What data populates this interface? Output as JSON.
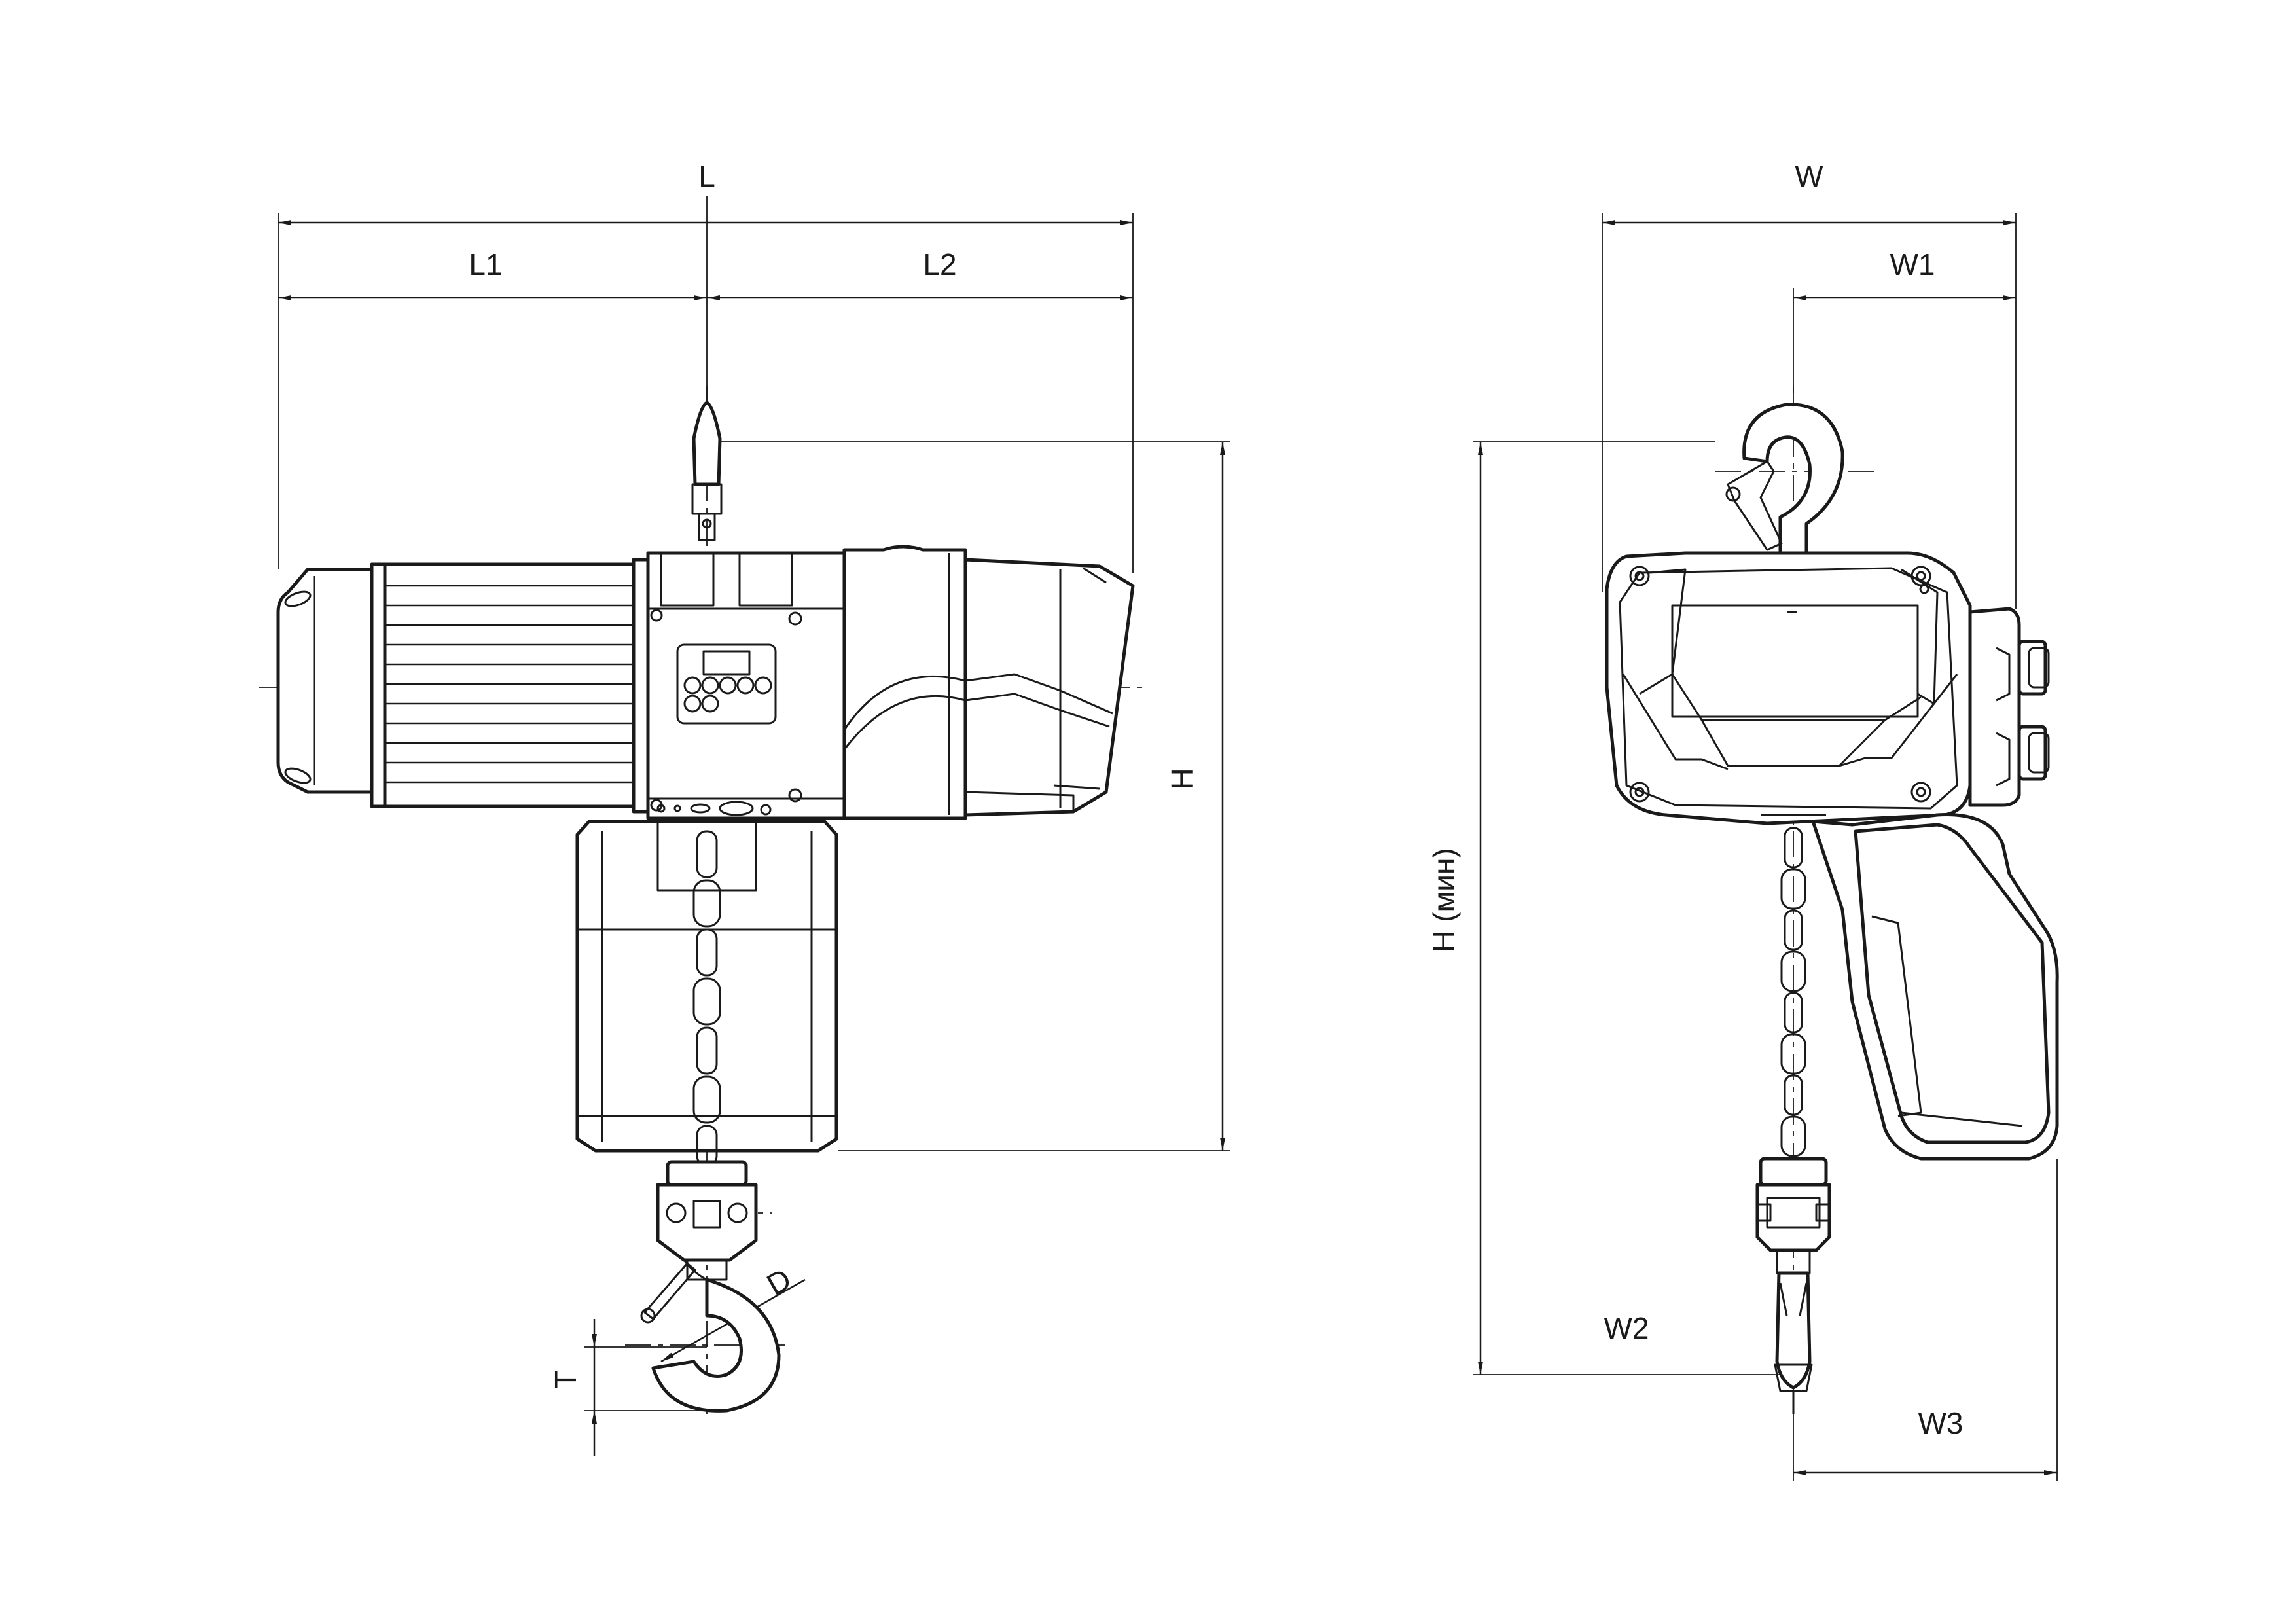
{
  "views": {
    "front": {
      "dimensions": {
        "L": "L",
        "L1": "L1",
        "L2": "L2",
        "H": "H",
        "D": "D",
        "T": "T"
      }
    },
    "side": {
      "dimensions": {
        "W": "W",
        "W1": "W1",
        "W2": "W2",
        "W3": "W3",
        "H_min": "H (мин)"
      }
    }
  },
  "colors": {
    "line": "#1a1a1a",
    "background": "#ffffff"
  }
}
